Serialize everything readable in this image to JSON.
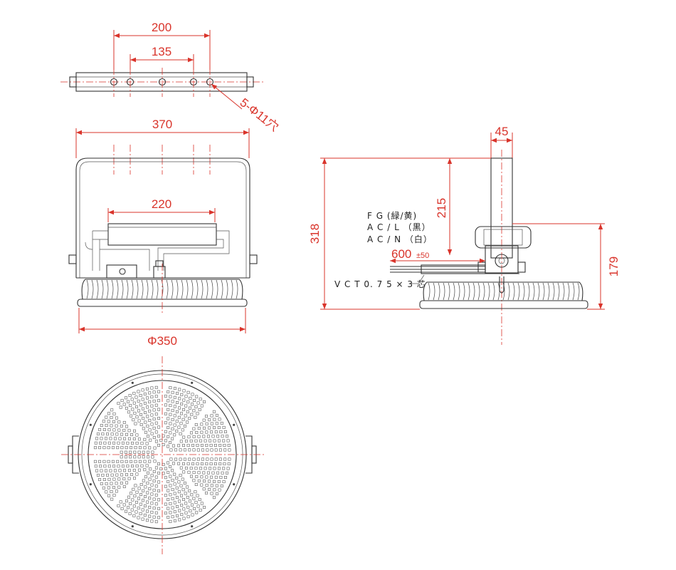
{
  "top_view": {
    "dim_200": "200",
    "dim_135": "135",
    "hole_note": "5-Φ11穴"
  },
  "front_view": {
    "dim_370": "370",
    "dim_220": "220",
    "dim_phi350": "Φ350"
  },
  "side_view": {
    "dim_45": "45",
    "dim_215": "215",
    "dim_318": "318",
    "dim_179": "179",
    "cable_length": "600",
    "cable_tolerance": "±50",
    "wire_fg": "F G (緑/黄)",
    "wire_acl": "A C / L （黒）",
    "wire_acn": "A C / N （白）",
    "cable_spec": "V C T 0. 7 5 × 3 芯"
  },
  "colors": {
    "dimension": "#d9342b",
    "outline": "#333333"
  }
}
